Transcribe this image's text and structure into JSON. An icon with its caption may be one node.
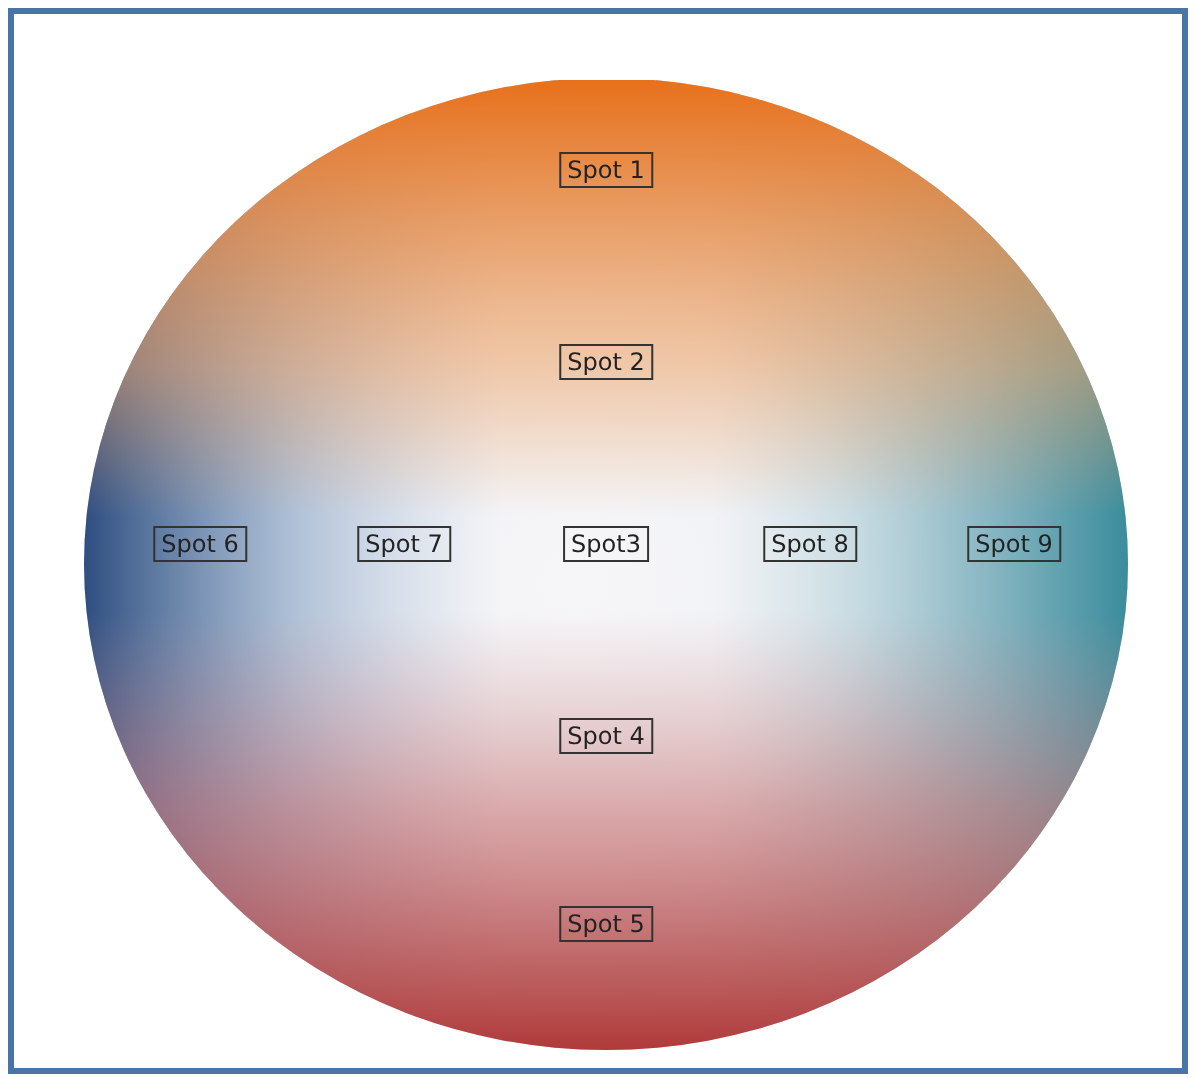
{
  "diagram": {
    "nodes": [
      {
        "text": [
          "Spot 1"
        ]
      },
      {
        "text": [
          "Spot 2"
        ]
      },
      {
        "text": [
          "Spot 6"
        ]
      },
      {
        "text": [
          "Spot 7"
        ]
      },
      {
        "text": [
          "Spot3"
        ]
      },
      {
        "text": [
          "Spot 8"
        ]
      },
      {
        "text": [
          "Spot 9"
        ]
      },
      {
        "text": [
          "Spot 4"
        ]
      },
      {
        "text": [
          "Spot 5"
        ]
      }
    ]
  }
}
